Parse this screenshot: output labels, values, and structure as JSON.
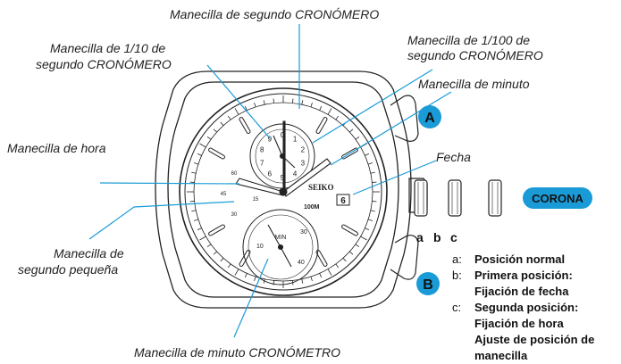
{
  "labels": {
    "seconds_chrono": "Manecilla de segundo CRONÓMERO",
    "tenth_chrono_l1": "Manecilla de 1/10 de",
    "tenth_chrono_l2": "segundo CRONÓMERO",
    "hundredth_chrono_l1": "Manecilla de 1/100 de",
    "hundredth_chrono_l2": "segundo CRONÓMERO",
    "minute_hand": "Manecilla de minuto",
    "hour_hand": "Manecilla de hora",
    "date": "Fecha",
    "small_second_l1": "Manecilla de",
    "small_second_l2": "segundo pequeña",
    "minute_chrono": "Manecilla de minuto CRONÓMETRO"
  },
  "buttons": {
    "a": "A",
    "b": "B"
  },
  "crown": {
    "label": "CORONA",
    "positions": [
      "a",
      "b",
      "c"
    ]
  },
  "legend": {
    "a_key": "a:",
    "a_text": "Posición normal",
    "b_key": "b:",
    "b_text": "Primera posición:",
    "b_sub": "Fijación de fecha",
    "c_key": "c:",
    "c_text": "Segunda posición:",
    "c_sub1": "Fijación de hora",
    "c_sub2": "Ajuste de posición de",
    "c_sub3": "manecilla"
  },
  "dial": {
    "brand": "SEIKO",
    "depth": "100M",
    "date_value": "6",
    "sub_top_numbers": [
      "0",
      "1",
      "2",
      "3",
      "4",
      "5",
      "6",
      "7",
      "8",
      "9"
    ],
    "sub_bottom_label": "MIN",
    "sub_bottom_numbers": [
      "30",
      "10",
      "40"
    ],
    "sub_left_numbers": [
      "60",
      "45",
      "30",
      "15"
    ]
  },
  "colors": {
    "badge": "#1a9bd7",
    "line": "#1a9bd7",
    "ink": "#222222"
  }
}
